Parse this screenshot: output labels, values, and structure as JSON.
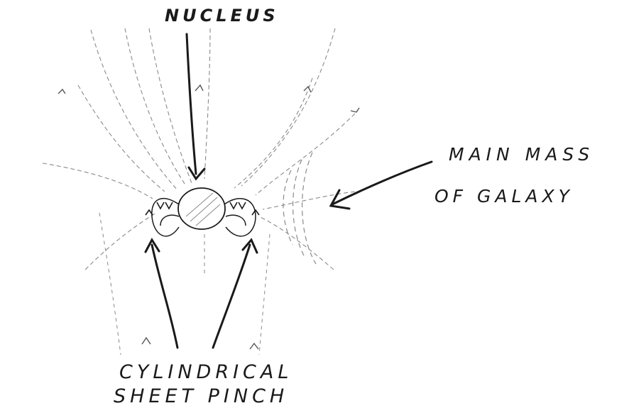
{
  "labels": {
    "nucleus": "NUCLEUS",
    "main_mass_line1": "MAIN MASS",
    "main_mass_line2": "OF GALAXY",
    "pinch_line1": "CYLINDRICAL",
    "pinch_line2": "SHEET PINCH"
  },
  "colors": {
    "ink": "#1a1a1a",
    "faint_ink": "#8a8a8a",
    "background": "#ffffff"
  }
}
